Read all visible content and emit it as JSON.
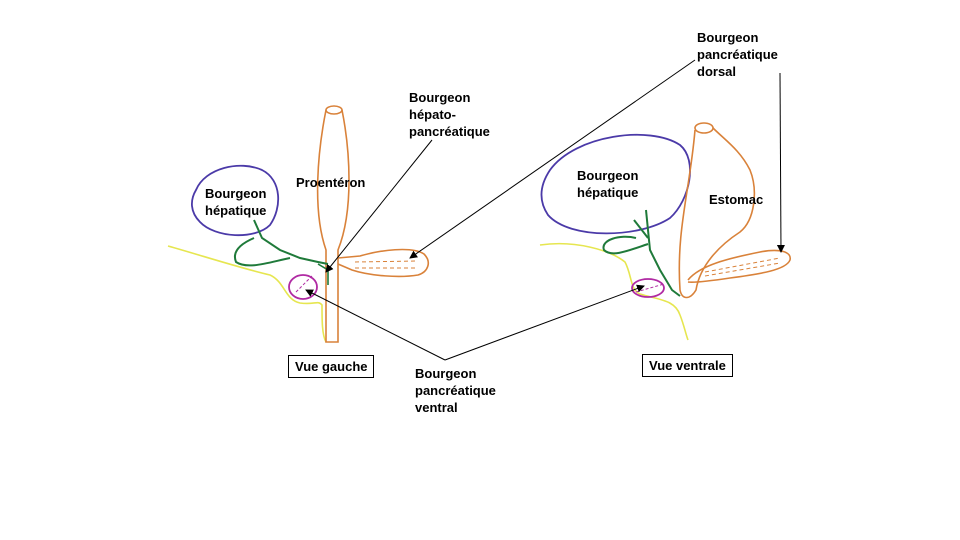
{
  "labels": {
    "bourgeon_hepatique_left": "Bourgeon\nhépatique",
    "proenteron": "Proentéron",
    "hepato_pancreatique": "Bourgeon\nhépato-\npancréatique",
    "pancreatique_dorsal": "Bourgeon\npancréatique\ndorsal",
    "bourgeon_hepatique_right": "Bourgeon\nhépatique",
    "estomac": "Estomac",
    "pancreatique_ventral": "Bourgeon\npancréatique\nventral"
  },
  "views": {
    "left": "Vue gauche",
    "right": "Vue ventrale"
  },
  "colors": {
    "liver": "#4b3aa8",
    "gut": "#d9823a",
    "bile_duct": "#1f7a3a",
    "ventral_pancreas": "#b02aa3",
    "yolk": "#e6e650",
    "arrow": "#000000"
  }
}
